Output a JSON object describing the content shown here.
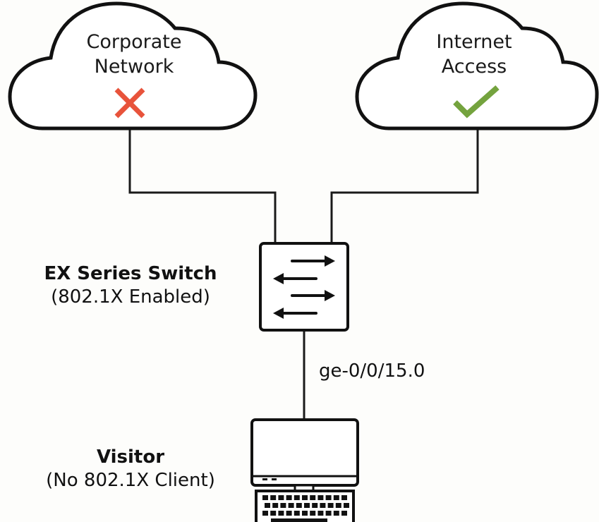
{
  "clouds": {
    "corporate": {
      "line1": "Corporate",
      "line2": "Network",
      "status": "blocked",
      "status_icon": "cross-icon",
      "status_color": "#e8533b"
    },
    "internet": {
      "line1": "Internet",
      "line2": "Access",
      "status": "allowed",
      "status_icon": "checkmark-icon",
      "status_color": "#74a33e"
    }
  },
  "switch": {
    "title": "EX Series Switch",
    "subtitle": "(802.1X Enabled)",
    "icon": "switch-icon"
  },
  "link": {
    "port": "ge-0/0/15.0"
  },
  "visitor": {
    "title": "Visitor",
    "subtitle": "(No 802.1X Client)",
    "icon": "desktop-computer-icon"
  },
  "colors": {
    "stroke": "#111111",
    "background": "#fdfdfb"
  }
}
